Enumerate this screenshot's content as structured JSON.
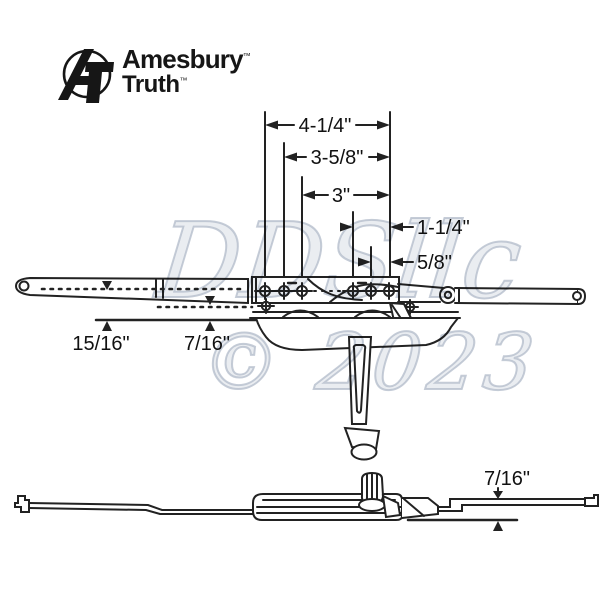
{
  "logo": {
    "brand_line1": "Amesbury",
    "brand_line1_mark": "™",
    "brand_line2": "Truth",
    "brand_line2_mark": "™",
    "emblem": "at-monogram"
  },
  "watermark": {
    "line1": "DDSllc",
    "line2": "© 2023",
    "color": "#bac2cf"
  },
  "diagram": {
    "title": "casement window operator dimensional drawing",
    "colors": {
      "line": "#222222",
      "text": "#111111",
      "background": "#ffffff"
    },
    "dimensions": {
      "span_total": {
        "label": "4-1/4\""
      },
      "span_2": {
        "label": "3-5/8\""
      },
      "span_3": {
        "label": "3\""
      },
      "span_4": {
        "label": "1-1/4\""
      },
      "span_5": {
        "label": "5/8\""
      },
      "offset_arm": {
        "label": "15/16\""
      },
      "offset_track": {
        "label": "7/16\""
      },
      "offset_side": {
        "label": "7/16\""
      }
    }
  }
}
